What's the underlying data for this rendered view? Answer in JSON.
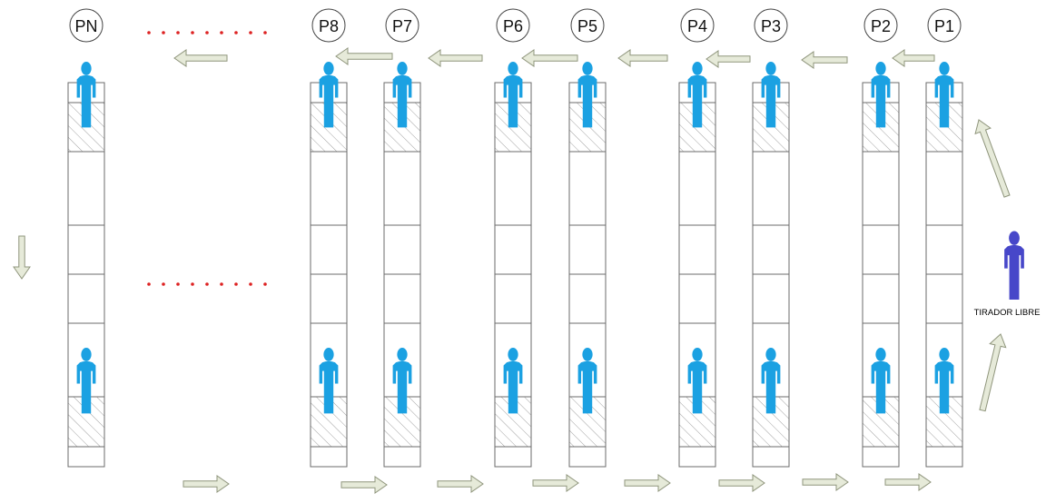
{
  "diagram": {
    "positions": [
      {
        "id": "pn",
        "label": "PN"
      },
      {
        "id": "p8",
        "label": "P8"
      },
      {
        "id": "p7",
        "label": "P7"
      },
      {
        "id": "p6",
        "label": "P6"
      },
      {
        "id": "p5",
        "label": "P5"
      },
      {
        "id": "p4",
        "label": "P4"
      },
      {
        "id": "p3",
        "label": "P3"
      },
      {
        "id": "p2",
        "label": "P2"
      },
      {
        "id": "p1",
        "label": "P1"
      }
    ],
    "free_shooter": {
      "label": "TIRADOR LIBRE"
    },
    "colors": {
      "player": "#1ba1e2",
      "free_shooter": "#4747c9",
      "arrow_fill": "#e6ead9",
      "arrow_stroke": "#8f957c",
      "dots": "#dd2222",
      "lane_stroke": "#6b6b6b",
      "hatch": "#8a8a8a"
    }
  }
}
